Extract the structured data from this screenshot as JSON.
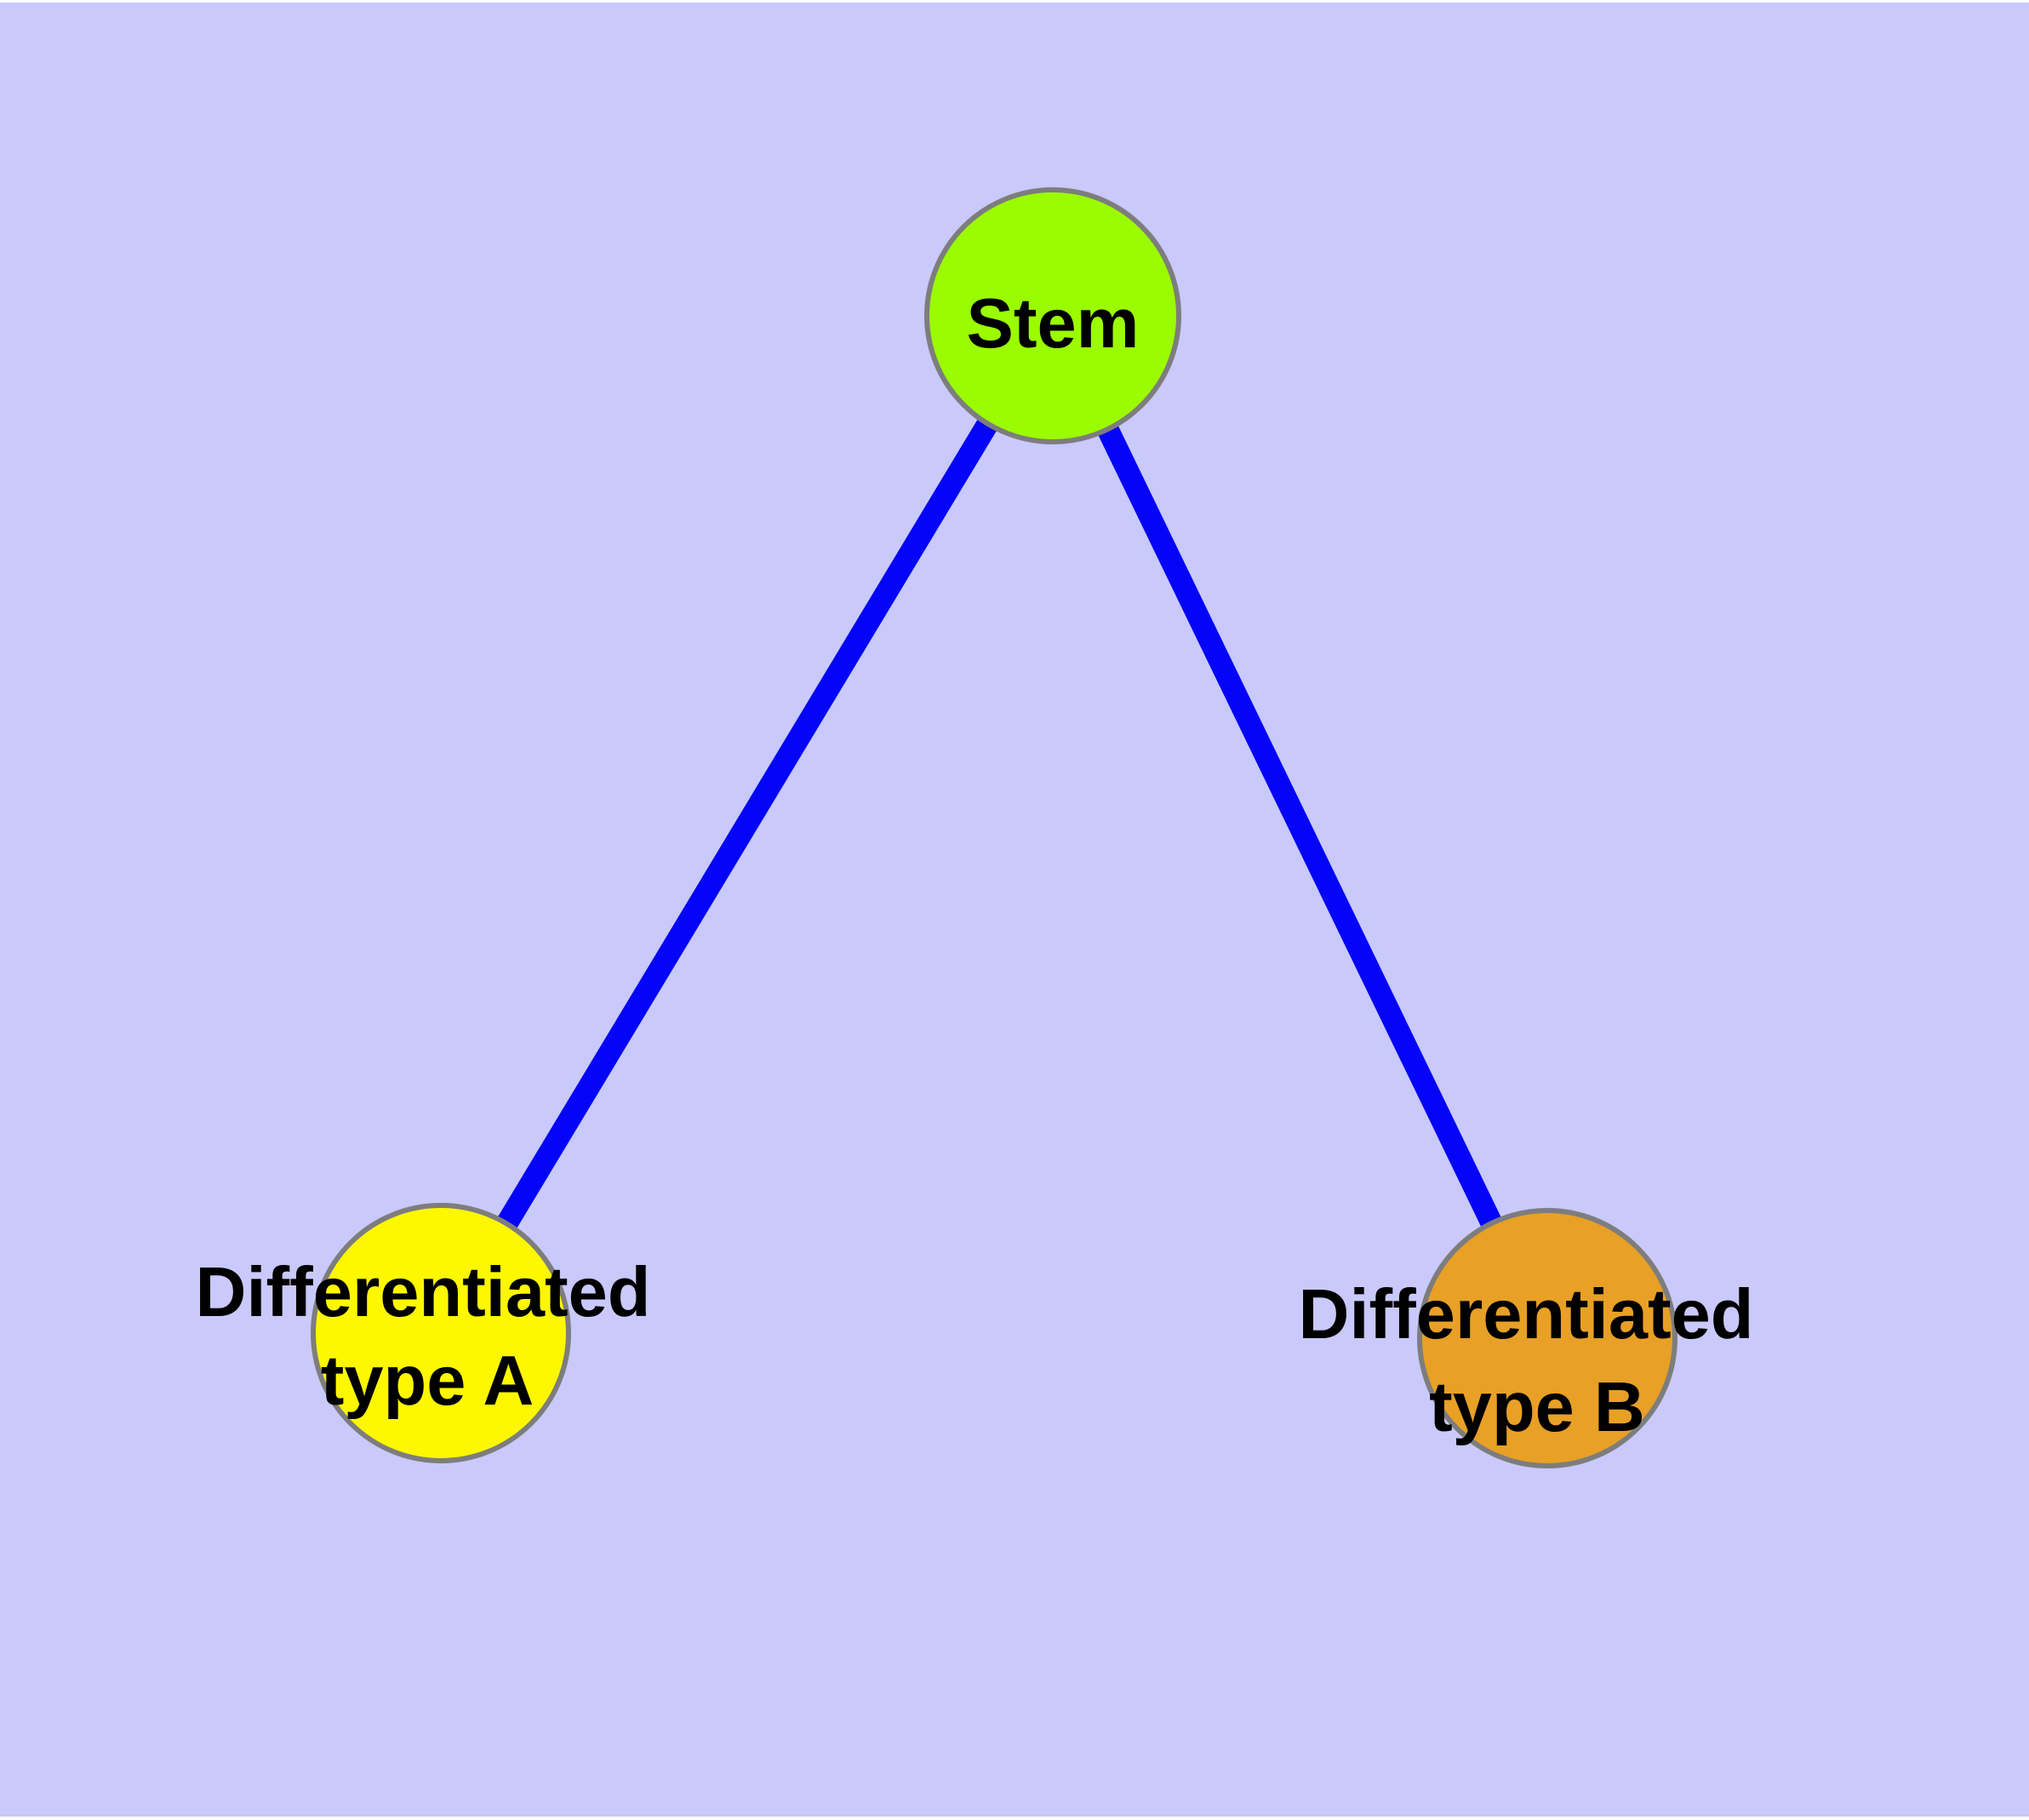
{
  "colors": {
    "frame": "#ffffff",
    "background": "#c9c9fb",
    "edge": "#0404f8",
    "node_border": "#7d7d7d",
    "label": "#000000"
  },
  "graph": {
    "type": "node-link-diagram",
    "nodes": {
      "stem": {
        "label": "Stem",
        "color": "#9bfb00"
      },
      "type_a": {
        "label_line1": "Differentiated",
        "label_line2": "type A",
        "color": "#fdf800"
      },
      "type_b": {
        "label_line1": "Differentiated",
        "label_line2": "type B",
        "color": "#e8a026"
      }
    },
    "edges": [
      {
        "from": "Stem",
        "to": "Differentiated type A"
      },
      {
        "from": "Stem",
        "to": "Differentiated type B"
      }
    ]
  }
}
